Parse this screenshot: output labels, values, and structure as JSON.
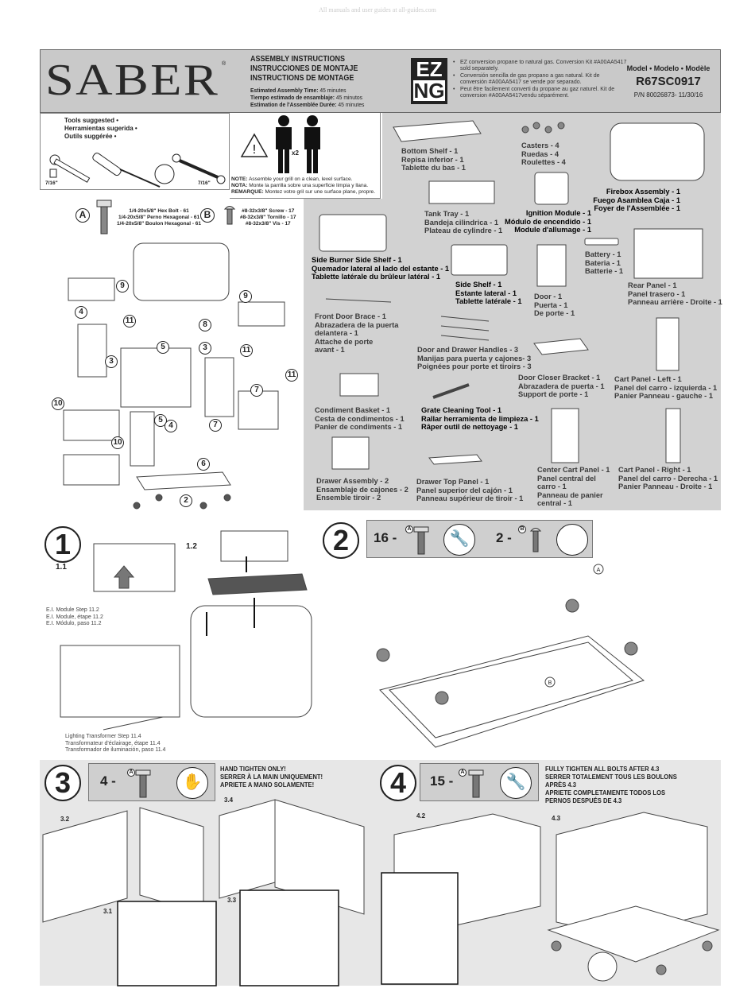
{
  "watermark": "All manuals and user guides at all-guides.com",
  "header": {
    "logo": "SABER",
    "logo_mark": "®",
    "titles": [
      "ASSEMBLY INSTRUCTIONS",
      "INSTRUCCIONES DE MONTAJE",
      "INSTRUCTIONS DE MONTAGE"
    ],
    "estimate": [
      {
        "label": "Estimated Assembly Time:",
        "value": "45 minutes"
      },
      {
        "label": "Tiempo estimado de ensamblaje:",
        "value": "45 minutos"
      },
      {
        "label": "Estimation de l'Assemblée Durée:",
        "value": "45 minutes"
      }
    ],
    "ez_top": "EZ",
    "ez_bottom": "NG",
    "ez_notes": [
      "EZ conversion propane to natural gas. Conversion Kit #A00AA5417 sold separately.",
      "Conversión sencilla de gas propano a gas natural. Kit de conversión #A00AA5417 se vende por separado.",
      "Peut être facilement converti du propane au gaz naturel. Kit de conversion #A00AA5417vendu séparément."
    ],
    "model_label": "Model • Modelo • Modèle",
    "model": "R67SC0917",
    "pn": "P/N 80026873- 11/30/16"
  },
  "tools": {
    "title": [
      "Tools suggested •",
      "Herramientas sugerida •",
      "Outils suggérée •"
    ],
    "socket": "7/16\"",
    "wrench": "7/16\""
  },
  "warning": {
    "people": "x2",
    "notes": [
      {
        "k": "NOTE:",
        "t": " Assemble your grill on a clean, level surface."
      },
      {
        "k": "NOTA:",
        "t": " Monte la parrilla sobre una superficie limpia y llana."
      },
      {
        "k": "REMARQUE:",
        "t": " Montez votre gril sur une surface plane, propre."
      }
    ]
  },
  "hardware": {
    "a": {
      "letter": "A",
      "lines": [
        "1/4-20x5/8\" Hex Bolt - 61",
        "1/4-20x5/8\" Perno Hexagonal - 61",
        "1/4-20x5/8\" Boulon Hexagonal - 61"
      ]
    },
    "b": {
      "letter": "B",
      "lines": [
        "#8-32x3/8\" Screw - 17",
        "#8-32x3/8\" Tornillo - 17",
        "#8-32x3/8\" Vis - 17"
      ]
    }
  },
  "parts": [
    {
      "lines": [
        "Bottom Shelf - 1",
        "Repisa inferior - 1",
        "Tablette du bas - 1"
      ]
    },
    {
      "lines": [
        "Casters - 4",
        "Ruedas - 4",
        "Roulettes - 4"
      ]
    },
    {
      "lines": [
        "Firebox Assembly - 1",
        "Fuego Asamblea Caja - 1",
        "Foyer de l'Assemblée - 1"
      ]
    },
    {
      "lines": [
        "Tank Tray - 1",
        "Bandeja cilindrica - 1",
        "Plateau de cylindre - 1"
      ]
    },
    {
      "lines": [
        "Ignition Module - 1",
        "Módulo de encendido - 1",
        "Module d'allumage - 1"
      ]
    },
    {
      "lines": [
        "Side Burner Side Shelf - 1",
        "Quemador lateral al lado del estante - 1",
        "Tablette latérale du brûleur latéral - 1"
      ]
    },
    {
      "lines": [
        "Side Shelf - 1",
        "Estante lateral - 1",
        "Tablette latérale - 1"
      ]
    },
    {
      "lines": [
        "Battery - 1",
        "Bateria - 1",
        "Batterie - 1"
      ]
    },
    {
      "lines": [
        "Door - 1",
        "Puerta - 1",
        "De porte - 1"
      ]
    },
    {
      "lines": [
        "Rear Panel - 1",
        "Panel trasero - 1",
        "Panneau arrière - Droite - 1"
      ]
    },
    {
      "lines": [
        "Front Door Brace - 1",
        "Abrazadera de la puerta",
        "delantera - 1",
        "Attache de porte",
        "avant - 1"
      ]
    },
    {
      "lines": [
        "Door and Drawer Handles - 3",
        "Manijas para puerta y cajones- 3",
        "Poignées pour porte et tiroirs - 3"
      ]
    },
    {
      "lines": [
        "Door Closer Bracket - 1",
        "Abrazadera de puerta - 1",
        "Support de porte - 1"
      ]
    },
    {
      "lines": [
        "Cart Panel - Left - 1",
        "Panel del carro - izquierda - 1",
        "Panier Panneau - gauche - 1"
      ]
    },
    {
      "lines": [
        "Condiment Basket - 1",
        "Cesta de condimentos - 1",
        "Panier de condiments - 1"
      ]
    },
    {
      "lines": [
        "Grate Cleaning Tool - 1",
        "Rallar herramienta de limpieza - 1",
        "Râper outil de nettoyage - 1"
      ]
    },
    {
      "lines": [
        "Drawer Assembly - 2",
        "Ensamblaje de cajones - 2",
        "Ensemble tiroir - 2"
      ]
    },
    {
      "lines": [
        "Drawer Top Panel - 1",
        "Panel superior del cajón - 1",
        "Panneau supérieur de tiroir - 1"
      ]
    },
    {
      "lines": [
        "Center Cart Panel - 1",
        "Panel central del",
        "carro - 1",
        "Panneau de panier",
        "central - 1"
      ]
    },
    {
      "lines": [
        "Cart Panel - Right - 1",
        "Panel del carro - Derecha - 1",
        "Panier Panneau - Droite - 1"
      ]
    }
  ],
  "exploded_callouts": [
    "9",
    "4",
    "11",
    "5",
    "3",
    "8",
    "9",
    "3",
    "11",
    "11",
    "7",
    "10",
    "5",
    "4",
    "7",
    "10",
    "6",
    "2"
  ],
  "step1": {
    "num": "1",
    "sub1": "1.1",
    "sub2": "1.2",
    "module_note": [
      "E.I. Module Step 11.2",
      "E.I. Module, étape 11.2",
      "E.I. Módulo, paso 11.2"
    ],
    "transformer_note": [
      "Lighting Transformer Step 11.4",
      "Transformateur d'éclairage, étape 11.4",
      "Transformador de iluminación, paso 11.4"
    ]
  },
  "step2": {
    "num": "2",
    "qty_a": "16 -",
    "qty_b": "2 -",
    "letter_a": "A",
    "letter_b": "B"
  },
  "step3": {
    "num": "3",
    "qty": "4 -",
    "letter": "A",
    "warning": [
      "HAND TIGHTEN ONLY!",
      "SERRER À LA MAIN UNIQUEMENT!",
      "APRIETE A MANO SOLAMENTE!"
    ],
    "subs": [
      "3.2",
      "3.4",
      "3.1",
      "3.3"
    ]
  },
  "step4": {
    "num": "4",
    "qty": "15 -",
    "letter": "A",
    "warning": [
      "FULLY TIGHTEN ALL BOLTS AFTER 4.3",
      "SERRER TOTALEMENT TOUS LES BOULONS",
      "APRÈS 4.3",
      "APRIETE COMPLETAMENTE TODOS LOS",
      "PERNOS DESPUÉS DE 4.3"
    ],
    "subs": [
      "4.2",
      "4.3"
    ]
  }
}
